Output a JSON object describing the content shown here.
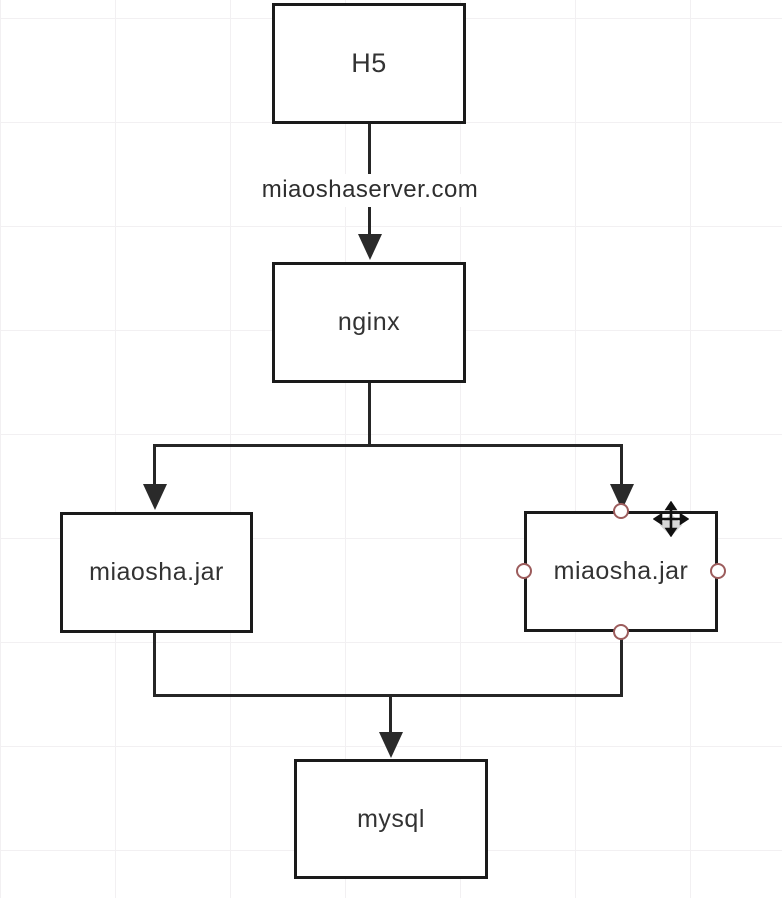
{
  "diagram": {
    "nodes": [
      {
        "id": "h5",
        "label": "H5"
      },
      {
        "id": "nginx",
        "label": "nginx"
      },
      {
        "id": "miaosha-left",
        "label": "miaosha.jar"
      },
      {
        "id": "miaosha-right",
        "label": "miaosha.jar"
      },
      {
        "id": "mysql",
        "label": "mysql"
      }
    ],
    "edges": [
      {
        "from": "h5",
        "to": "nginx",
        "label": "miaoshaserver.com"
      },
      {
        "from": "nginx",
        "to": "miaosha-left",
        "label": ""
      },
      {
        "from": "nginx",
        "to": "miaosha-right",
        "label": ""
      },
      {
        "from": "miaosha-left",
        "to": "mysql",
        "label": ""
      },
      {
        "from": "miaosha-right",
        "to": "mysql",
        "label": ""
      }
    ],
    "selection": {
      "selected_node": "miaosha-right",
      "handles": [
        "top",
        "left",
        "right",
        "bottom"
      ],
      "cursor_icon": "move-cursor-icon"
    },
    "colors": {
      "canvas_bg": "#ffffff",
      "grid_line": "#f2f0f2",
      "node_border": "#1a1a1a",
      "node_text": "#333333",
      "connector": "#262626",
      "handle_border": "#9c5c5c",
      "cursor_shadow": "#d6d6d6"
    }
  }
}
